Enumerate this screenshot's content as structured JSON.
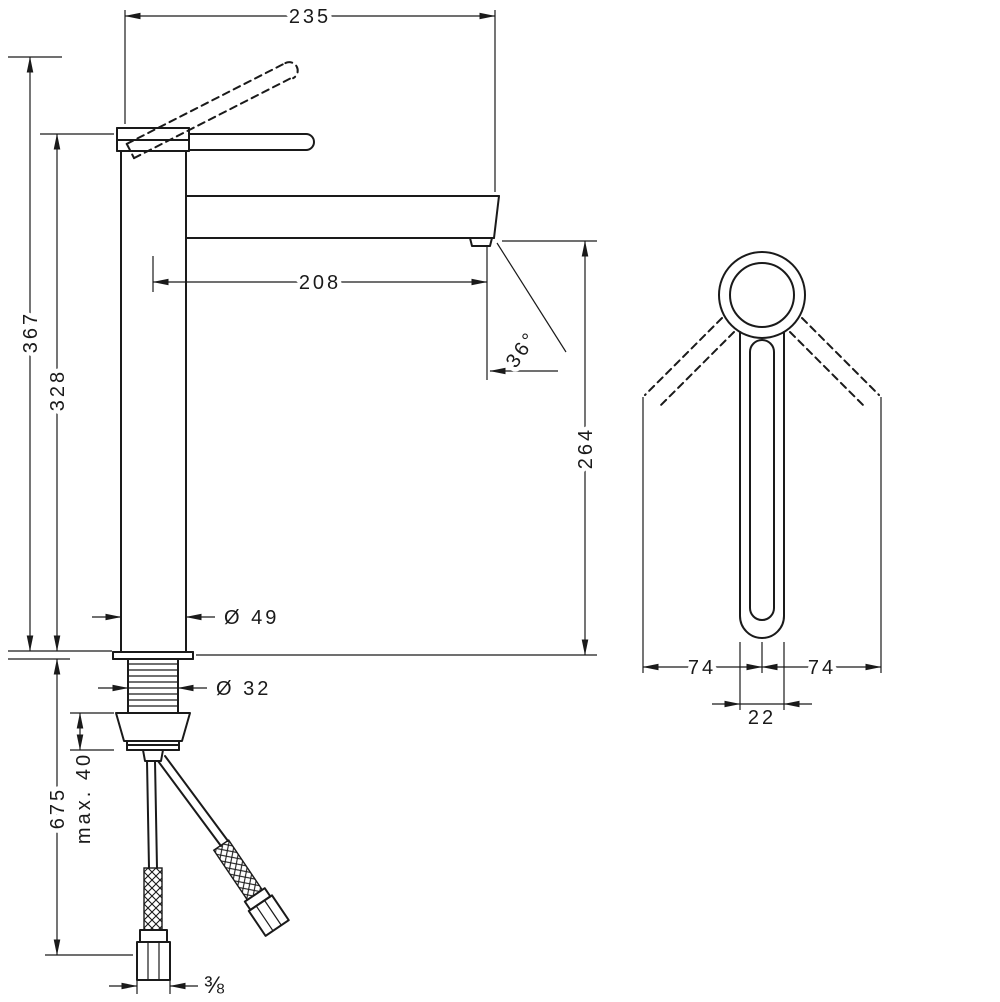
{
  "colors": {
    "line": "#1a1a1a",
    "background": "#ffffff"
  },
  "front_view": {
    "total_width": "235",
    "total_height": "367",
    "body_height": "328",
    "spout_reach": "208",
    "spout_angle": "36°",
    "outlet_height": "264",
    "body_diameter": "Ø 49",
    "shank_diameter": "Ø 32",
    "hose_length": "675",
    "max_deck_thickness": "max. 40",
    "hose_connection": "⅜"
  },
  "top_view": {
    "handle_swing_left": "74",
    "handle_swing_right": "74",
    "handle_width": "22"
  }
}
